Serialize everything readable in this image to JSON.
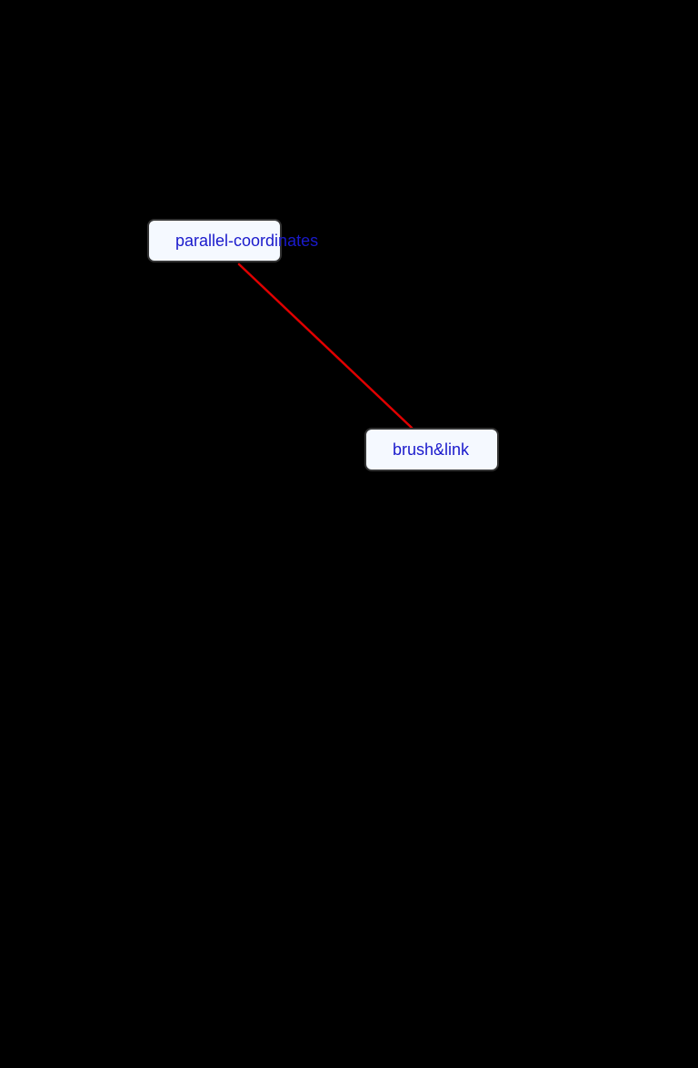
{
  "diagram": {
    "nodes": [
      {
        "id": "parallel-coordinates",
        "label": "parallel-coordinates"
      },
      {
        "id": "brush-and-link",
        "label": "brush&link"
      }
    ],
    "edges": [
      {
        "from": "parallel-coordinates",
        "to": "brush-and-link"
      }
    ]
  },
  "colors": {
    "background": "#000000",
    "node_fill": "#f5f9ff",
    "node_border": "#333333",
    "label_text": "#1a1acc",
    "edge": "#e00000"
  }
}
